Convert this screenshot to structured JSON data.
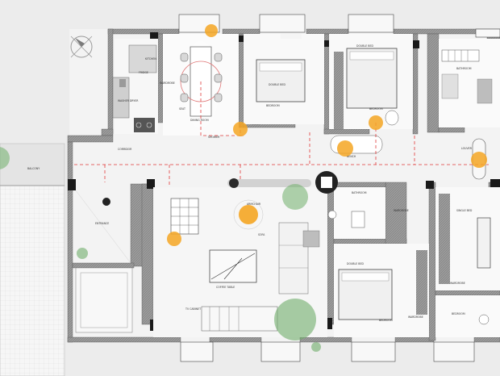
{
  "title": "",
  "colors": {
    "background": "#ececec",
    "wall_fill": "#9a9a9a",
    "wall_dark": "#1a1a1a",
    "floor_light": "#f2f2f2",
    "dashed_line": "#e03a3a",
    "light_fixture": "#f5a623",
    "plant": "#6fae6a"
  },
  "labels": {
    "kitchen": "KITCHEN",
    "washer_dryer": "WASHER DRYER",
    "fridge": "FRIDGE",
    "dining_room": "DINING ROOM",
    "bedroom_1": "BEDROOM",
    "bedroom_2": "BEDROOM",
    "bedroom_3": "BEDROOM",
    "bedroom_4": "BEDROOM",
    "double_bed_1": "DOUBLE BED",
    "double_bed_2": "DOUBLE BED",
    "double_bed_3": "DOUBLE BED",
    "single_bed": "SINGLE BED",
    "wardrobe_1": "WARDROBE",
    "wardrobe_2": "WARDROBE",
    "wardrobe_3": "WARDROBE",
    "wardrobe_4": "WARDROBE",
    "bathroom": "BATHROOM",
    "bathroom_2": "BATHROOM",
    "armchair": "ARMCHAIR",
    "sofa": "SOFA",
    "coffee_table": "COFFEE TABLE",
    "tv_cabinet": "TV CABINET",
    "corridor": "CORRIDOR",
    "entrance": "ENTRANCE",
    "louver": "LOUVER",
    "balcony": "BALCONY",
    "shower": "SHOWER",
    "seat": "SEAT",
    "bench": "BENCH"
  }
}
